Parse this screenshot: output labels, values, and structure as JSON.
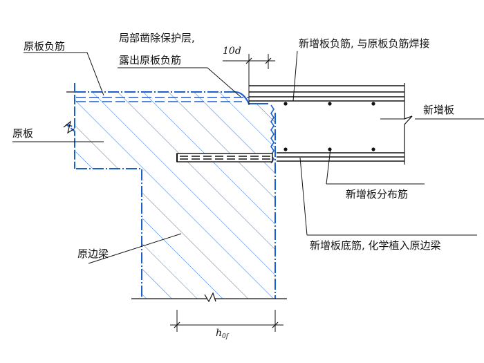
{
  "labels": {
    "original_neg_rebar": "原板负筋",
    "local_chisel_1": "局部凿除保护层,",
    "local_chisel_2": "露出原板负筋",
    "new_slab_neg_rebar": "新增板负筋, 与原板负筋焊接",
    "new_slab": "新增板",
    "original_slab": "原板",
    "new_slab_dist_rebar": "新增板分布筋",
    "original_edge_beam": "原边梁",
    "new_slab_bottom_rebar": "新增板底筋, 化学植入原边梁"
  },
  "dimensions": {
    "weld_length": "10d",
    "beam_depth_main": "h",
    "beam_depth_sub": "0f"
  },
  "colors": {
    "concrete_outline": "#1a5fd0",
    "hatch": "#2a78e4",
    "rebar": "#111111",
    "leader": "#111111"
  }
}
